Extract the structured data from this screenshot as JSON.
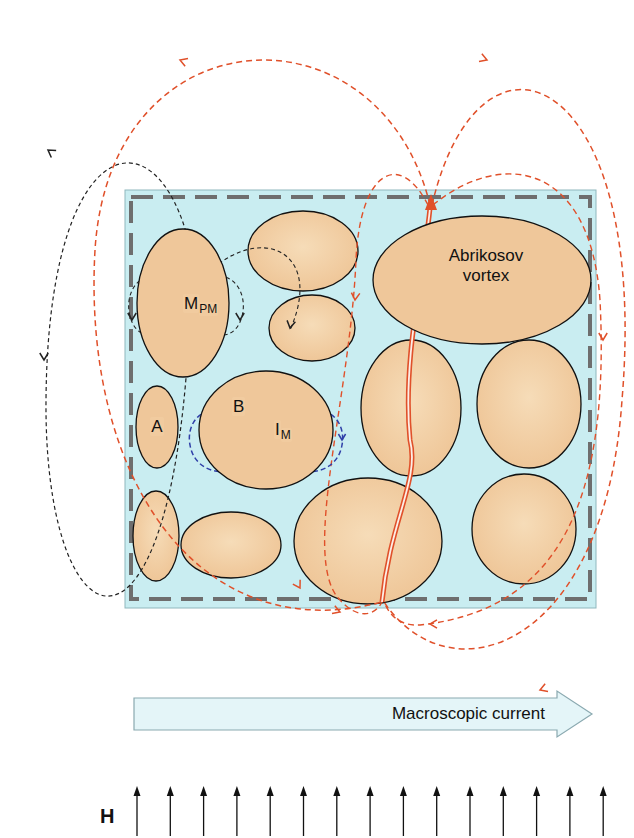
{
  "diagram": {
    "nodes": [
      {
        "text": [
          "M",
          "PM"
        ]
      },
      {
        "text": [
          "A"
        ]
      },
      {
        "text": [
          "B",
          "I",
          "M"
        ]
      },
      {
        "text": [
          "Abrikosov vortex"
        ]
      },
      {
        "text": [
          "Macroscopic current"
        ]
      }
    ],
    "labels": [
      "H"
    ]
  }
}
